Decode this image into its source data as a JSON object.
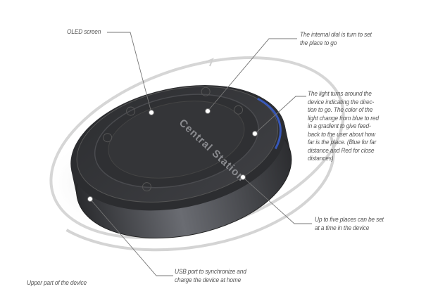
{
  "device_label": "Central Station",
  "callouts": {
    "oled": "OLED screen",
    "dial": [
      "The internal dial is turn to set",
      "the place to go"
    ],
    "light": [
      "The light turns around the",
      "device indicating the direc-",
      "tion to go. The color of the",
      "light change from blue to red",
      "in a gradient to give feed-",
      "back to the user about how",
      "far is the place. (Blue for far",
      "distance and Red for close",
      "distances)"
    ],
    "places": [
      "Up to five places can be set",
      "at a time in the device"
    ],
    "usb": [
      "USB port to synchronize and",
      "charge the device at home"
    ]
  },
  "caption": "Upper part of the device",
  "colors": {
    "light_ring": "#3a5fcf",
    "body": "#3a3b3e",
    "ring": "#d4d4d4"
  }
}
